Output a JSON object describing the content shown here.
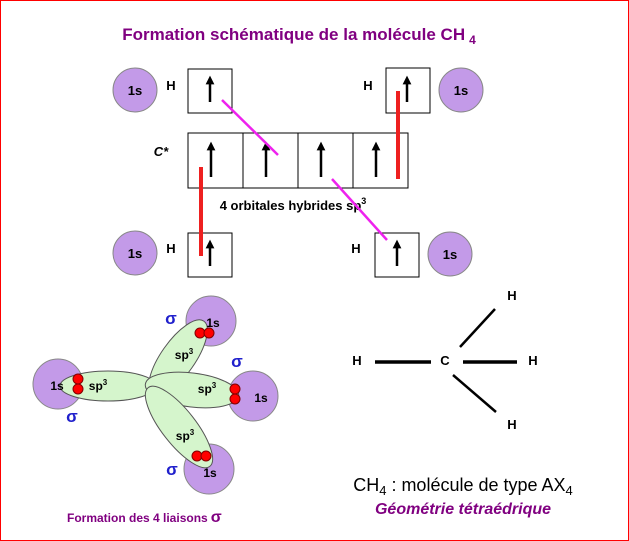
{
  "title": {
    "main": "Formation schématique de la molécule CH",
    "sub": "4"
  },
  "orbital_label_1s": "1s",
  "hydrogen_symbol": "H",
  "carbon_label": "C*",
  "hybrid_caption": {
    "text": "4 orbitales hybrides sp",
    "sup": "3"
  },
  "sp3_label": {
    "base": "sp",
    "sup": "3"
  },
  "sigma_symbol": "σ",
  "sigma_caption": "Formation des 4 liaisons",
  "structure": {
    "center_atom": "C",
    "outer_atom": "H"
  },
  "molecule_caption": {
    "formula_base": "CH",
    "formula_sub": "4",
    "middle": " : molécule de type AX",
    "ax_sub": "4"
  },
  "geometry_caption": "Géométrie tétraédrique",
  "colors": {
    "title": "#800080",
    "orbital_fill": "#c39ae8",
    "lobe_fill": "#d5f5cc",
    "electron": "#ff0000",
    "red_link": "#ee2020",
    "magenta_link": "#ee22ee",
    "sigma": "#2020cc",
    "geometry_caption": "#800080",
    "frame": "#ff0000"
  }
}
